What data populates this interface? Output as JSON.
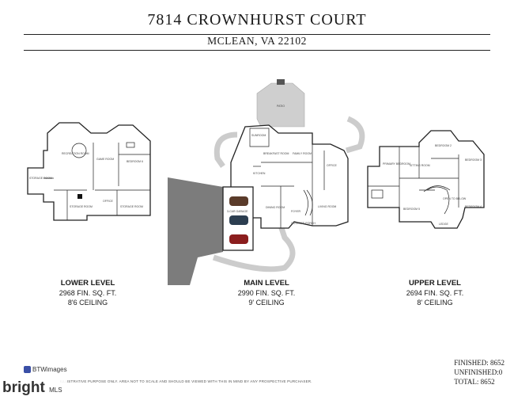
{
  "header": {
    "title": "7814 CROWNHURST COURT",
    "subtitle": "MCLEAN, VA 22102"
  },
  "levels": [
    {
      "name": "LOWER LEVEL",
      "area": "2968 FIN. SQ. FT.",
      "ceiling": "8'6 CEILING"
    },
    {
      "name": "MAIN LEVEL",
      "area": "2990 FIN. SQ. FT.",
      "ceiling": "9' CEILING"
    },
    {
      "name": "UPPER LEVEL",
      "area": "2694 FIN. SQ. FT.",
      "ceiling": "8' CEILING"
    }
  ],
  "totals": {
    "finished": "FINISHED: 8652",
    "unfinished": "UNFINISHED:0",
    "total": "TOTAL: 8652"
  },
  "rooms": {
    "lower": [
      "RECREATION ROOM",
      "GAME ROOM",
      "BEDROOM 6",
      "OFFICE",
      "STORAGE ROOM",
      "STORAGE ROOM",
      "STORAGE ROOM",
      "BAR"
    ],
    "main": [
      "PATIO",
      "SUNROOM",
      "BREAKFAST ROOM",
      "FAMILY ROOM",
      "OFFICE",
      "KITCHEN",
      "DINING ROOM",
      "FOYER",
      "LIVING ROOM",
      "3-CAR GARAGE",
      "COVERED PORCH"
    ],
    "upper": [
      "PRIMARY BEDROOM",
      "SITTING ROOM",
      "BEDROOM 2",
      "BEDROOM 3",
      "BEDROOM 4",
      "BEDROOM 5",
      "OPEN TO BELOW",
      "LEDGE"
    ]
  },
  "branding": {
    "logo": "BTWimages",
    "watermark": "bright",
    "watermark_mls": "MLS",
    "disclaimer": "ILLUSTRATIVE PURPOSE ONLY. AREA NOT TO SCALE AND SHOULD BE VIEWED WITH THIS IN MIND BY ANY PROSPECTIVE PURCHASER."
  }
}
